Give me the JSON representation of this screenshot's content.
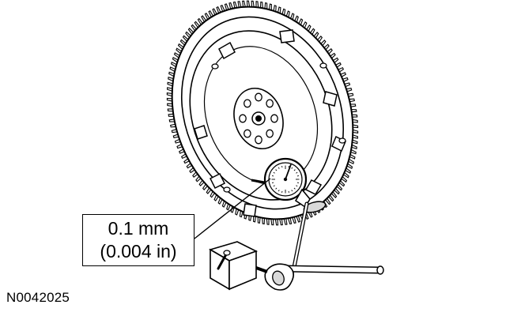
{
  "callout": {
    "value_metric": "0.1 mm",
    "value_imperial": "(0.004 in)"
  },
  "figure": {
    "code": "N0042025"
  },
  "colors": {
    "ink": "#000000",
    "paper": "#ffffff",
    "shadow": "#d9d9d9"
  }
}
